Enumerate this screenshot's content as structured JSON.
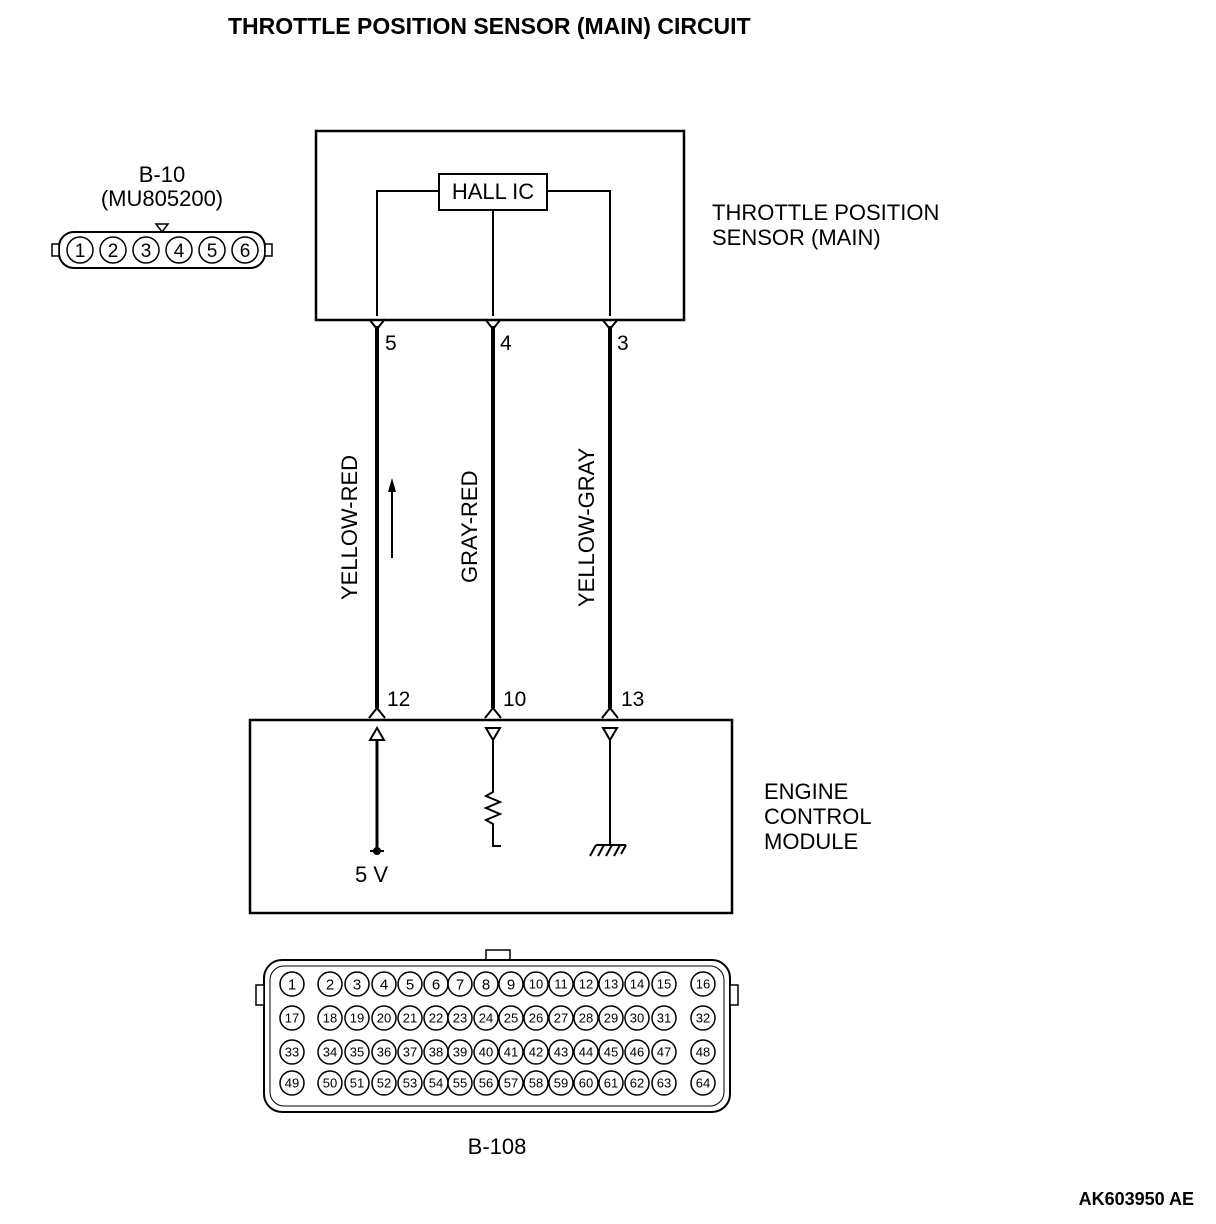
{
  "title": "THROTTLE POSITION SENSOR (MAIN) CIRCUIT",
  "sensor": {
    "label_line1": "THROTTLE POSITION",
    "label_line2": "SENSOR (MAIN)",
    "ic_label": "HALL IC"
  },
  "sensor_connector": {
    "id": "B-10",
    "part_number": "(MU805200)",
    "pins": [
      "1",
      "2",
      "3",
      "4",
      "5",
      "6"
    ]
  },
  "wires": [
    {
      "sensor_pin": "5",
      "ecm_pin": "12",
      "color": "YELLOW-RED"
    },
    {
      "sensor_pin": "4",
      "ecm_pin": "10",
      "color": "GRAY-RED"
    },
    {
      "sensor_pin": "3",
      "ecm_pin": "13",
      "color": "YELLOW-GRAY"
    }
  ],
  "ecm": {
    "label_line1": "ENGINE",
    "label_line2": "CONTROL",
    "label_line3": "MODULE",
    "supply_label": "5 V"
  },
  "ecm_connector": {
    "id": "B-108",
    "rows": [
      [
        "1",
        "2",
        "3",
        "4",
        "5",
        "6",
        "7",
        "8",
        "9",
        "10",
        "11",
        "12",
        "13",
        "14",
        "15",
        "16"
      ],
      [
        "17",
        "18",
        "19",
        "20",
        "21",
        "22",
        "23",
        "24",
        "25",
        "26",
        "27",
        "28",
        "29",
        "30",
        "31",
        "32"
      ],
      [
        "33",
        "34",
        "35",
        "36",
        "37",
        "38",
        "39",
        "40",
        "41",
        "42",
        "43",
        "44",
        "45",
        "46",
        "47",
        "48"
      ],
      [
        "49",
        "50",
        "51",
        "52",
        "53",
        "54",
        "55",
        "56",
        "57",
        "58",
        "59",
        "60",
        "61",
        "62",
        "63",
        "64"
      ]
    ]
  },
  "figure_id": "AK603950 AE"
}
